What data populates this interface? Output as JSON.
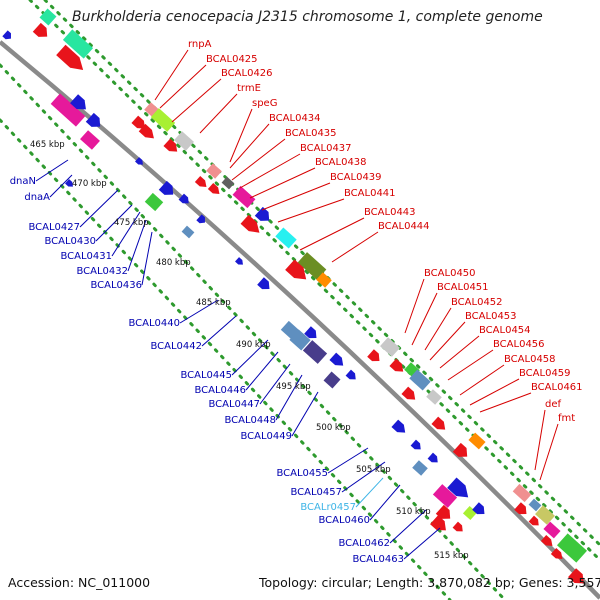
{
  "title": "Burkholderia cenocepacia J2315 chromosome 1, complete genome",
  "accession_text": "Accession: NC_011000",
  "topology_text": "Topology: circular; Length: 3,870,082 bp; Genes: 3,557",
  "scale_labels": [
    "465 kbp",
    "470 kbp",
    "475 kbp",
    "480 kbp",
    "485 kbp",
    "490 kbp",
    "495 kbp",
    "500 kbp",
    "505 kbp",
    "510 kbp",
    "515 kbp"
  ],
  "upper_labels": [
    "rnpA",
    "BCAL0425",
    "BCAL0426",
    "trmE",
    "speG",
    "BCAL0434",
    "BCAL0435",
    "BCAL0437",
    "BCAL0438",
    "BCAL0439",
    "BCAL0441",
    "BCAL0443",
    "BCAL0444",
    "BCAL0450",
    "BCAL0451",
    "BCAL0452",
    "BCAL0453",
    "BCAL0454",
    "BCAL0456",
    "BCAL0458",
    "BCAL0459",
    "BCAL0461",
    "def",
    "fmt"
  ],
  "lower_labels": [
    "dnaN",
    "dnaA",
    "BCAL0427",
    "BCAL0430",
    "BCAL0431",
    "BCAL0432",
    "BCAL0436",
    "BCAL0440",
    "BCAL0442",
    "BCAL0445",
    "BCAL0446",
    "BCAL0447",
    "BCAL0448",
    "BCAL0449",
    "BCAL0455",
    "BCAL0457",
    "BCALr0457",
    "BCAL0460",
    "BCAL0462",
    "BCAL0463"
  ],
  "colors": {
    "forward_gene": "#e8141b",
    "reverse_gene": "#1a1ad2",
    "forward_label": "#d60000",
    "reverse_label": "#0000b0",
    "rna_label": "#3cb4e6",
    "backbone": "#8a8a8a",
    "dotted_track": "#2e9a2e"
  }
}
